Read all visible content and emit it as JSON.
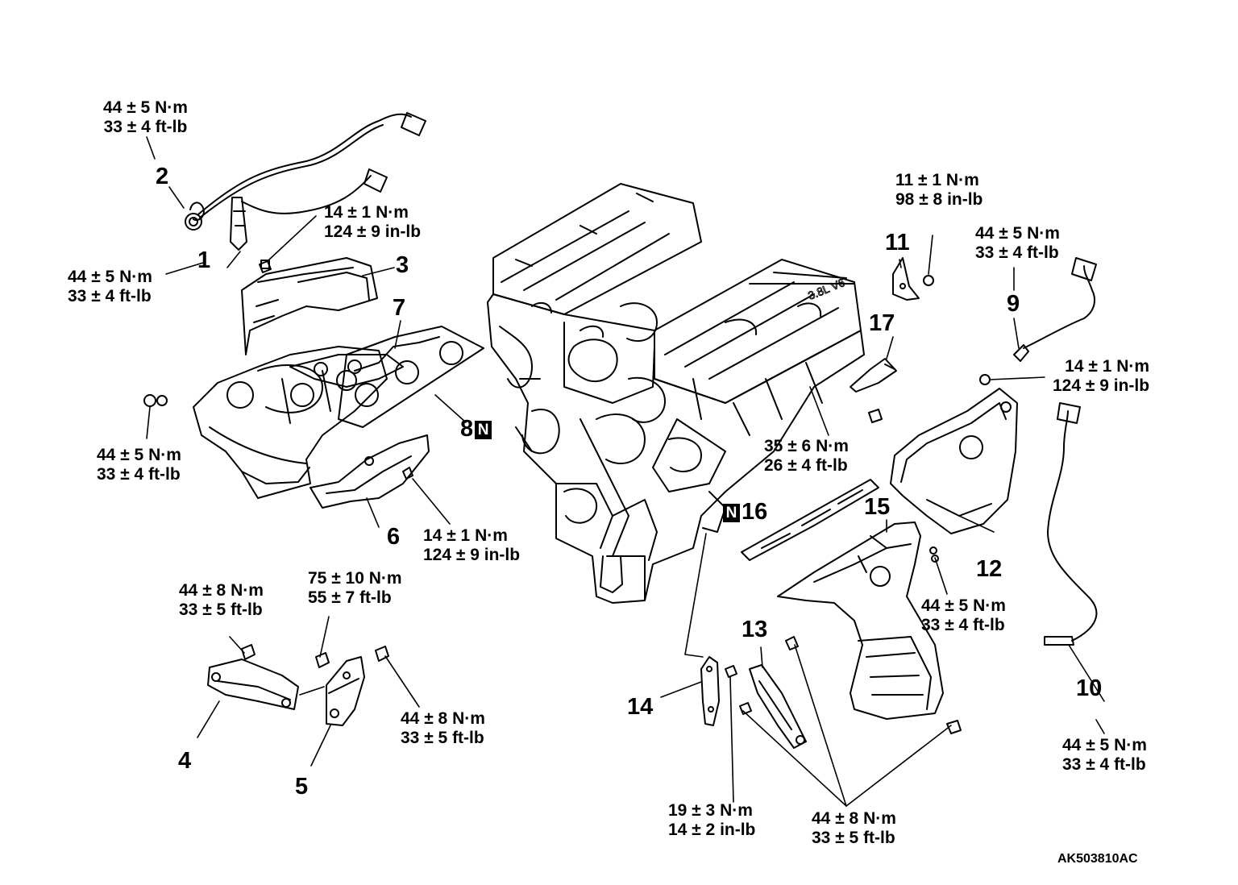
{
  "diagram": {
    "code": "AK503810AC",
    "new_part_mark": "N",
    "parts": [
      {
        "id": "p1",
        "number": "1"
      },
      {
        "id": "p2",
        "number": "2"
      },
      {
        "id": "p3",
        "number": "3"
      },
      {
        "id": "p4",
        "number": "4"
      },
      {
        "id": "p5",
        "number": "5"
      },
      {
        "id": "p6",
        "number": "6"
      },
      {
        "id": "p7",
        "number": "7"
      },
      {
        "id": "p8",
        "number": "8"
      },
      {
        "id": "p9",
        "number": "9"
      },
      {
        "id": "p10",
        "number": "10"
      },
      {
        "id": "p11",
        "number": "11"
      },
      {
        "id": "p12",
        "number": "12"
      },
      {
        "id": "p13",
        "number": "13"
      },
      {
        "id": "p14",
        "number": "14"
      },
      {
        "id": "p15",
        "number": "15"
      },
      {
        "id": "p16",
        "number": "16"
      },
      {
        "id": "p17",
        "number": "17"
      }
    ],
    "torques": [
      {
        "id": "tq-sensor2",
        "metric": "44 ± 5 N·m",
        "imperial": "33 ± 4 ft-lb"
      },
      {
        "id": "tq-heatshield3",
        "metric": "14 ± 1 N·m",
        "imperial": "124 ± 9 in-lb"
      },
      {
        "id": "tq-sensor1",
        "metric": "44 ± 5 N·m",
        "imperial": "33 ± 4 ft-lb"
      },
      {
        "id": "tq-manifold-nut",
        "metric": "44 ± 5 N·m",
        "imperial": "33 ± 4 ft-lb"
      },
      {
        "id": "tq-shield6",
        "metric": "14 ± 1 N·m",
        "imperial": "124 ± 9 in-lb"
      },
      {
        "id": "tq-bracket4",
        "metric": "44 ± 8 N·m",
        "imperial": "33 ± 5 ft-lb"
      },
      {
        "id": "tq-bracket5-top",
        "metric": "75 ± 10 N·m",
        "imperial": "55 ± 7 ft-lb"
      },
      {
        "id": "tq-bracket5",
        "metric": "44 ± 8 N·m",
        "imperial": "33 ± 5 ft-lb"
      },
      {
        "id": "tq-bracket11",
        "metric": "11 ± 1 N·m",
        "imperial": "98 ± 8 in-lb"
      },
      {
        "id": "tq-sensor9",
        "metric": "44 ± 5 N·m",
        "imperial": "33 ± 4 ft-lb"
      },
      {
        "id": "tq-shield12",
        "metric": "14 ± 1 N·m",
        "imperial": "124 ± 9 in-lb"
      },
      {
        "id": "tq-bracket17",
        "metric": "35 ± 6 N·m",
        "imperial": "26 ± 4 ft-lb"
      },
      {
        "id": "tq-manifold15",
        "metric": "44 ± 5 N·m",
        "imperial": "33 ± 4 ft-lb"
      },
      {
        "id": "tq-sensor10",
        "metric": "44 ± 5 N·m",
        "imperial": "33 ± 4 ft-lb"
      },
      {
        "id": "tq-bracket14",
        "metric": "19 ± 3 N·m",
        "imperial": "14 ± 2 in-lb"
      },
      {
        "id": "tq-bracket13",
        "metric": "44 ± 8 N·m",
        "imperial": "33 ± 5 ft-lb"
      }
    ]
  }
}
